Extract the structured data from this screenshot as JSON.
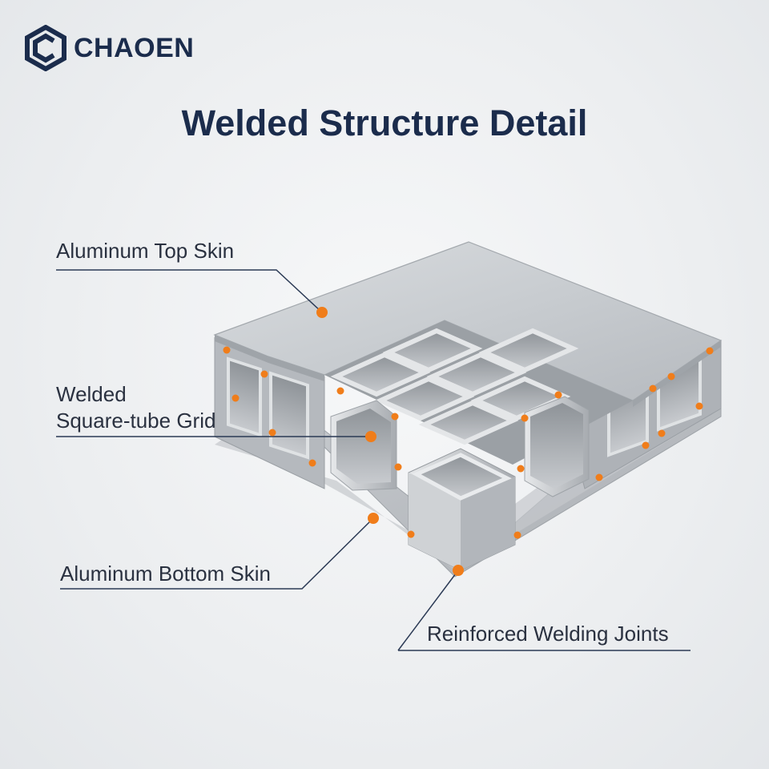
{
  "brand": {
    "name": "CHAOEN",
    "icon": "hexagon-c-logo-icon"
  },
  "title": "Welded Structure Detail",
  "labels": {
    "top_skin": "Aluminum Top Skin",
    "grid_line1": "Welded",
    "grid_line2": "Square-tube Grid",
    "bottom_skin": "Aluminum Bottom Skin",
    "joints": "Reinforced Welding Joints"
  },
  "colors": {
    "navy": "#1b2c4c",
    "accent_orange": "#f07d1a",
    "leader_line": "#2b3a55"
  }
}
